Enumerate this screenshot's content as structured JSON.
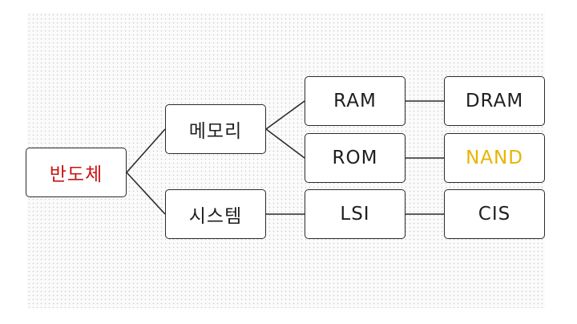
{
  "diagram": {
    "nodes": {
      "root": "반도체",
      "memory": "메모리",
      "system": "시스템",
      "ram": "RAM",
      "rom": "ROM",
      "lsi": "LSI",
      "dram": "DRAM",
      "nand": "NAND",
      "cis": "CIS"
    },
    "edges": [
      [
        "root",
        "memory"
      ],
      [
        "root",
        "system"
      ],
      [
        "memory",
        "ram"
      ],
      [
        "memory",
        "rom"
      ],
      [
        "system",
        "lsi"
      ],
      [
        "ram",
        "dram"
      ],
      [
        "rom",
        "nand"
      ],
      [
        "lsi",
        "cis"
      ]
    ],
    "colors": {
      "root_text": "#c81414",
      "nand_text": "#e7b400",
      "line": "#2b2b2b"
    }
  }
}
